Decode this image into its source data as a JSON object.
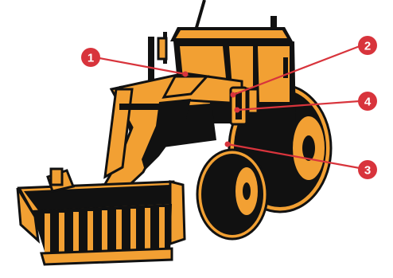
{
  "diagram": {
    "colors": {
      "body": "#f2a033",
      "outline": "#111111",
      "badge": "#d8343c",
      "badge_text": "#ffffff",
      "leader": "#d8343c"
    },
    "callouts": [
      {
        "number": "1"
      },
      {
        "number": "2"
      },
      {
        "number": "3"
      },
      {
        "number": "4"
      }
    ]
  }
}
